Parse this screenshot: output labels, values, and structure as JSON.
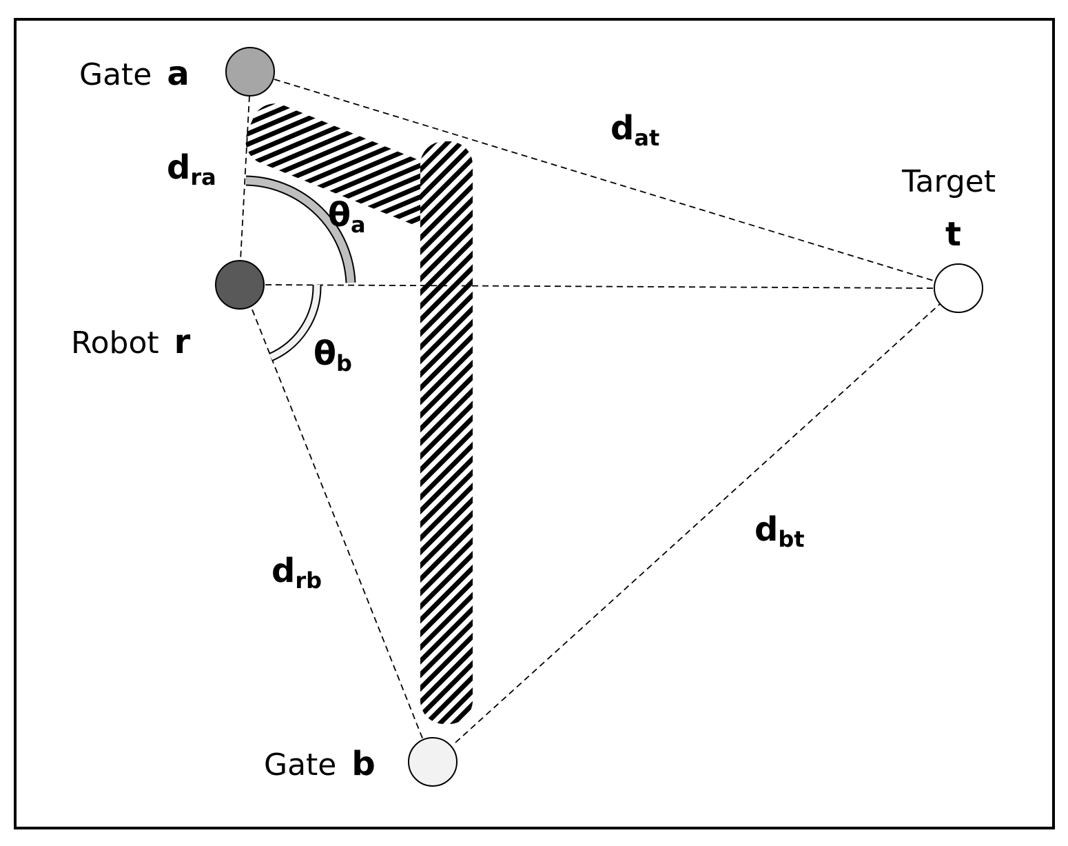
{
  "nodes": {
    "gate_a": {
      "label": "Gate",
      "symbol": "a",
      "fill": "#a6a6a6"
    },
    "robot_r": {
      "label": "Robot",
      "symbol": "r",
      "fill": "#595959"
    },
    "target_t": {
      "label": "Target",
      "symbol": "t",
      "fill": "#ffffff"
    },
    "gate_b": {
      "label": "Gate",
      "symbol": "b",
      "fill": "#f2f2f2"
    }
  },
  "edges": {
    "d_ra": {
      "main": "d",
      "sub": "ra"
    },
    "d_at": {
      "main": "d",
      "sub": "at"
    },
    "d_rb": {
      "main": "d",
      "sub": "rb"
    },
    "d_bt": {
      "main": "d",
      "sub": "bt"
    }
  },
  "angles": {
    "theta_a": {
      "main": "θ",
      "sub": "a",
      "fill": "#bfbfbf"
    },
    "theta_b": {
      "main": "θ",
      "sub": "b",
      "fill": "#f2f2f2"
    }
  },
  "colors": {
    "frame": "#000000",
    "obstacle_stripe": "#000000"
  }
}
